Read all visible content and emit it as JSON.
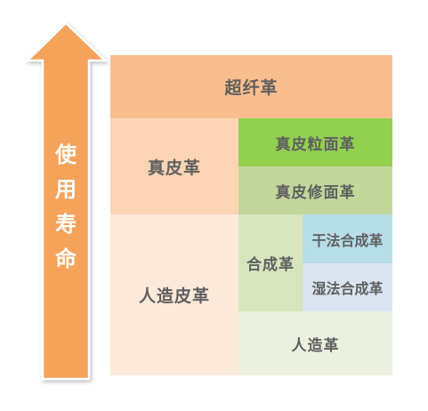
{
  "arrow": {
    "label": [
      "使",
      "用",
      "寿",
      "命"
    ],
    "color": "#f5a25a"
  },
  "cells": {
    "chaoxian": "超纤革",
    "zhenpi": "真皮革",
    "lilian": "真皮粒面革",
    "xiumian": "真皮修面革",
    "renzaopi": "人造皮革",
    "hecheng": "合成革",
    "ganfa": "干法合成革",
    "shifa": "湿法合成革",
    "renzao": "人造革"
  },
  "colors": {
    "chaoxian": "#f8be8e",
    "zhenpi": "#fbd4b3",
    "lilian": "#92d050",
    "xiumian": "#c4d79b",
    "renzaopi": "#fde9d9",
    "hecheng": "#d7e4bd",
    "ganfa": "#b7dde8",
    "shifa": "#dbe5f1",
    "renzao": "#ebf1de"
  }
}
